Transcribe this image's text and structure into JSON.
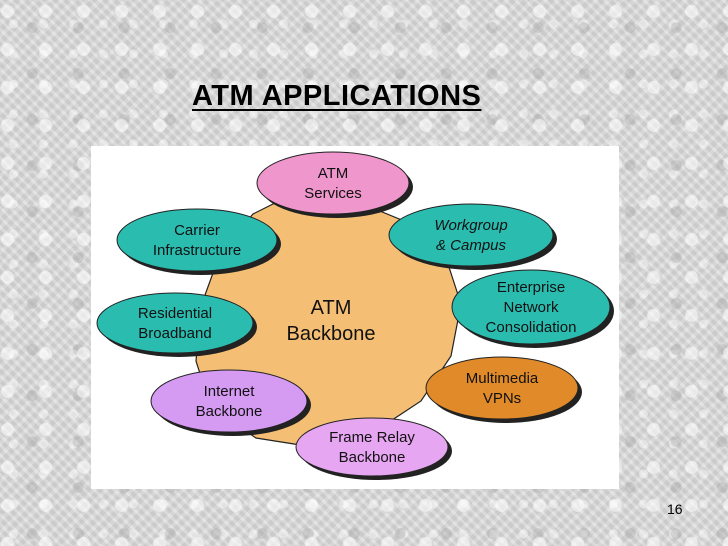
{
  "slide": {
    "title": "ATM APPLICATIONS",
    "page_number": "16"
  },
  "diagram": {
    "hub": {
      "lines": [
        "ATM",
        "Backbone"
      ],
      "color": "#f4bf75"
    },
    "bubbles": [
      {
        "id": "atm-services",
        "lines": [
          "ATM",
          "Services"
        ],
        "color": "#ef97cc"
      },
      {
        "id": "workgroup-campus",
        "lines": [
          "Workgroup",
          "& Campus"
        ],
        "color": "#2bbcb0",
        "italic": true
      },
      {
        "id": "enterprise-network",
        "lines": [
          "Enterprise",
          "Network",
          "Consolidation"
        ],
        "color": "#2bbcb0"
      },
      {
        "id": "multimedia-vpns",
        "lines": [
          "Multimedia",
          "VPNs"
        ],
        "color": "#e08a2a"
      },
      {
        "id": "frame-relay-backbone",
        "lines": [
          "Frame Relay",
          "Backbone"
        ],
        "color": "#e7a6f2"
      },
      {
        "id": "internet-backbone",
        "lines": [
          "Internet",
          "Backbone"
        ],
        "color": "#d59bf2"
      },
      {
        "id": "residential-broadband",
        "lines": [
          "Residential",
          "Broadband"
        ],
        "color": "#2bbcb0"
      },
      {
        "id": "carrier-infrastructure",
        "lines": [
          "Carrier",
          "Infrastructure"
        ],
        "color": "#2bbcb0"
      }
    ]
  }
}
